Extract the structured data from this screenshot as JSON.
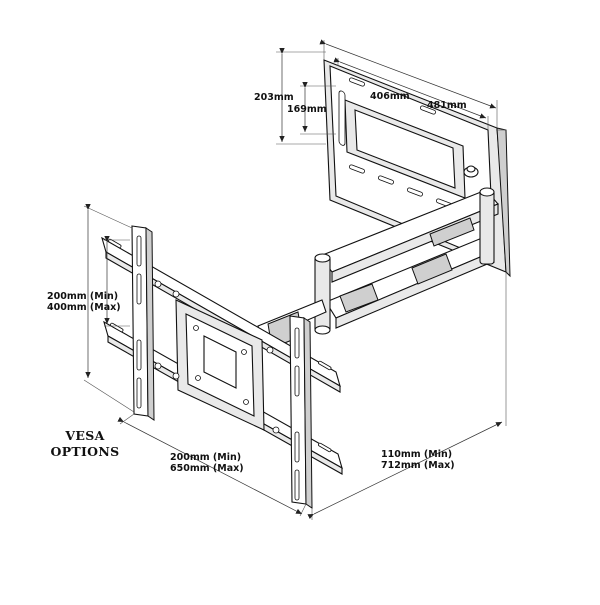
{
  "dimensions": {
    "wall_plate_height_outer": "203mm",
    "wall_plate_height_inner": "169mm",
    "wall_plate_width_inner": "406mm",
    "wall_plate_width_outer": "481mm",
    "vesa_vertical_min": "200mm (Min)",
    "vesa_vertical_max": "400mm (Max)",
    "vesa_horizontal_min": "200mm (Min)",
    "vesa_horizontal_max": "650mm (Max)",
    "extension_min": "110mm (Min)",
    "extension_max": "712mm (Max)"
  },
  "vesa_label_line1": "VESA",
  "vesa_label_line2": "OPTIONS"
}
